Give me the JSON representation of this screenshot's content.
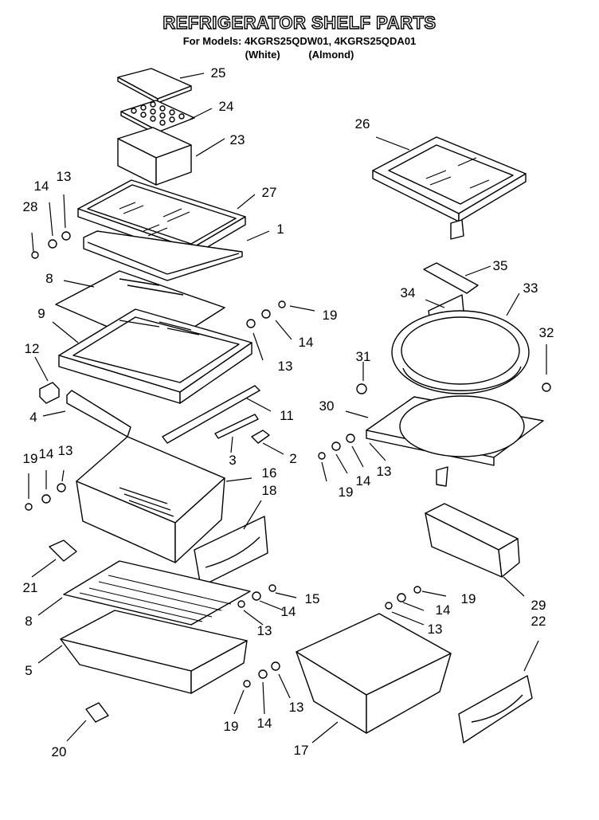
{
  "header": {
    "title": "REFRIGERATOR SHELF PARTS",
    "models": "For Models: 4KGRS25QDW01, 4KGRS25QDA01",
    "variant_white": "(White)",
    "variant_almond": "(Almond)"
  },
  "callouts": {
    "c25": "25",
    "c24": "24",
    "c23": "23",
    "c26": "26",
    "c27": "27",
    "c13a": "13",
    "c14a": "14",
    "c28": "28",
    "c1": "1",
    "c8a": "8",
    "c35": "35",
    "c34": "34",
    "c33": "33",
    "c9": "9",
    "c19a": "19",
    "c14b": "14",
    "c13b": "13",
    "c32": "32",
    "c12": "12",
    "c31": "31",
    "c4": "4",
    "c11": "11",
    "c30": "30",
    "c3": "3",
    "c2": "2",
    "c19b": "19",
    "c14c": "14",
    "c13c": "13",
    "c16": "16",
    "c18": "18",
    "c14d": "14",
    "c13d": "13",
    "c19c": "19",
    "c21": "21",
    "c15": "15",
    "c19d": "19",
    "c14e": "14",
    "c13e": "13",
    "c29": "29",
    "c22": "22",
    "c8b": "8",
    "c14f": "14",
    "c13f": "13",
    "c5": "5",
    "c13g": "13",
    "c19e": "19",
    "c14g": "14",
    "c20": "20",
    "c17": "17"
  }
}
